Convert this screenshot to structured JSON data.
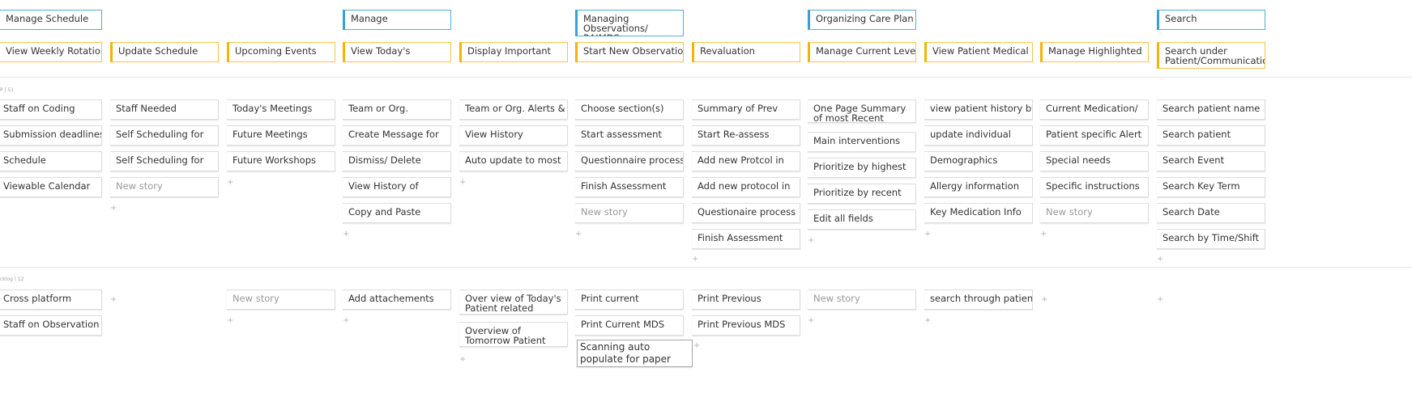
{
  "epics": [
    "Manage Schedule",
    "Manage",
    "Managing Observations/ RAIMDS",
    "Organizing Care Plan",
    "Search"
  ],
  "features": [
    "View Weekly Rotation",
    "Update Schedule",
    "Upcoming Events",
    "View Today's",
    "Display Important",
    "Start New Observation",
    "Revaluation",
    "Manage Current Level",
    "View Patient Medical",
    "Manage Highlighted",
    "Search under Patient/Communicatio"
  ],
  "releases": [
    {
      "label": "P | 51",
      "columns": [
        [
          "Staff on Coding",
          "Submission deadlines",
          "Schedule",
          "Viewable Calendar"
        ],
        [
          "Staff Needed",
          "Self Scheduling for",
          "Self Scheduling for",
          "New story"
        ],
        [
          "Today's Meetings",
          "Future Meetings",
          "Future Workshops"
        ],
        [
          "Team or Org.",
          "Create Message for",
          "Dismiss/ Delete",
          "View History of",
          "Copy and Paste"
        ],
        [
          "Team or Org. Alerts &",
          "View History",
          "Auto update to most"
        ],
        [
          "Choose section(s)",
          "Start assessment",
          "Questionnaire process",
          "Finish Assessment",
          "New story"
        ],
        [
          "Summary of Prev",
          "Start Re-assess",
          "Add new Protcol in",
          "Add new protocol in",
          "Questionaire process",
          "Finish Assessment"
        ],
        [
          "One Page Summary of most Recent changes",
          "Main interventions",
          "Prioritize by highest",
          "Prioritize by recent",
          "Edit all fields"
        ],
        [
          "view patient history by",
          "update individual",
          "Demographics",
          "Allergy information",
          "Key Medication Info"
        ],
        [
          "Current Medication/",
          "Patient specific Alert",
          "Special needs",
          "Specific instructions",
          "New story"
        ],
        [
          "Search patient name",
          "Search patient",
          "Search Event",
          "Search Key Term",
          "Search Date",
          "Search by Time/Shift"
        ]
      ]
    },
    {
      "label": "cklog | 12",
      "columns": [
        [
          "Cross platform",
          "Staff on Observation"
        ],
        [],
        [
          "New story"
        ],
        [
          "Add attachements"
        ],
        [
          "Over view of Today's Patient related",
          "Overview of Tomorrow Patient Relevant"
        ],
        [
          "Print current",
          "Print Current MDS",
          "Scanning auto populate for paper process"
        ],
        [
          "Print Previous",
          "Print Previous MDS"
        ],
        [
          "New story"
        ],
        [
          "search through patient"
        ],
        [],
        []
      ]
    }
  ],
  "plus_symbol": "+",
  "colors": {
    "epic_border": "#3aa0d4",
    "feature_border": "#f5b400",
    "card_border": "#dcdcdc",
    "placeholder_text": "#9a9a9a"
  }
}
